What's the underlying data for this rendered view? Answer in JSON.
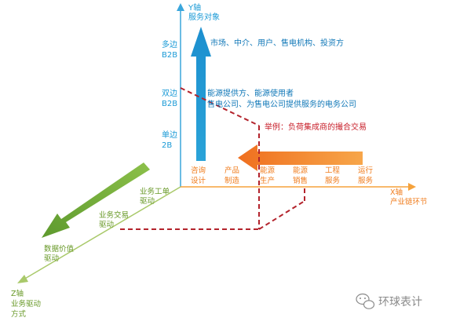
{
  "y_axis": {
    "name": "Y轴",
    "label": "服务对象"
  },
  "x_axis": {
    "name": "X轴",
    "label": "产业链环节"
  },
  "z_axis": {
    "name": "Z轴",
    "label_line1": "业务驱动",
    "label_line2": "方式"
  },
  "y_levels": [
    {
      "line1": "多边",
      "line2": "B2B",
      "desc": "市场、中介、用户、售电机构、投资方"
    },
    {
      "line1": "双边",
      "line2": "B2B",
      "desc_line1": "能源提供方、能源使用者",
      "desc_line2": "售电公司、为售电公司提供服务的电务公司"
    },
    {
      "line1": "单边",
      "line2": "2B"
    }
  ],
  "x_stages": [
    {
      "line1": "咨询",
      "line2": "设计"
    },
    {
      "line1": "产品",
      "line2": "制造"
    },
    {
      "line1": "能源",
      "line2": "生产"
    },
    {
      "line1": "能源",
      "line2": "销售"
    },
    {
      "line1": "工程",
      "line2": "服务"
    },
    {
      "line1": "运行",
      "line2": "服务"
    }
  ],
  "z_levels": [
    {
      "line1": "业务工单",
      "line2": "驱动"
    },
    {
      "line1": "业务交易",
      "line2": "驱动"
    },
    {
      "line1": "数据价值",
      "line2": "驱动"
    }
  ],
  "example_label": "举例：负荷集成商的撮合交易",
  "watermark": "环球表计",
  "colors": {
    "y_axis": "#1a9ad6",
    "x_axis": "#f5a23c",
    "z_axis": "#a9c96a",
    "green_arrow": "#6fa83a",
    "red_dashed": "#b3232c"
  }
}
